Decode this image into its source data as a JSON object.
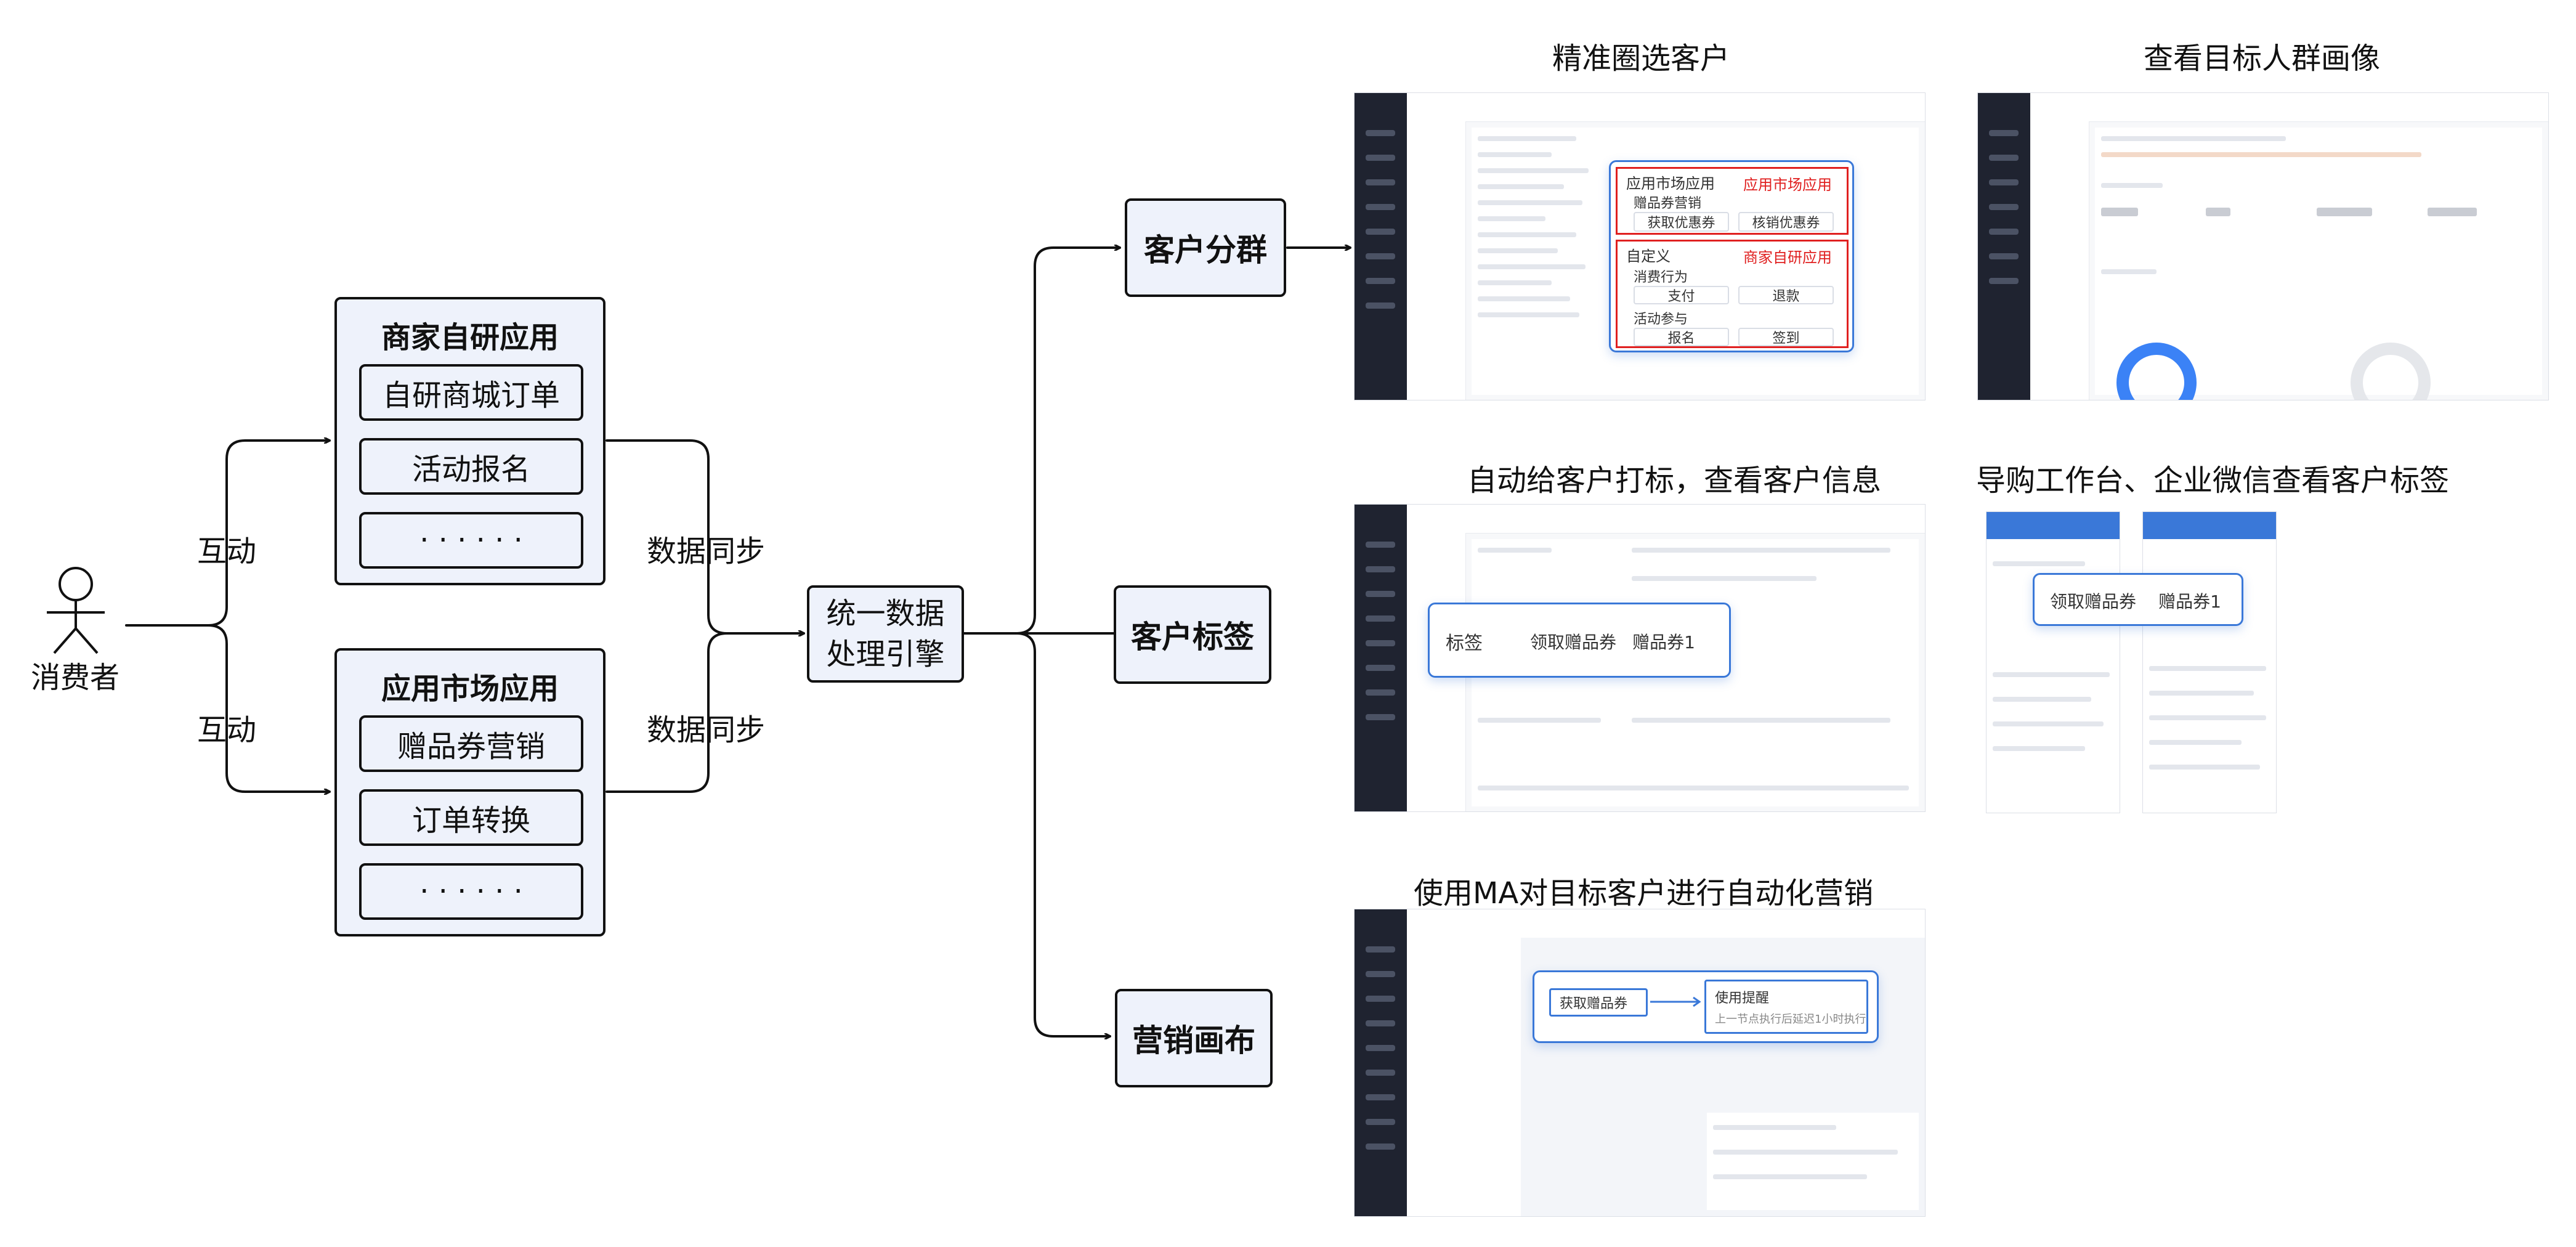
{
  "actor": {
    "label": "消费者"
  },
  "edges": {
    "interact_top": "互动",
    "interact_bottom": "互动",
    "sync_top": "数据同步",
    "sync_bottom": "数据同步"
  },
  "group_top": {
    "title": "商家自研应用",
    "items": [
      "自研商城订单",
      "活动报名",
      "· · · · · ·"
    ]
  },
  "group_bottom": {
    "title": "应用市场应用",
    "items": [
      "赠品券营销",
      "订单转换",
      "· · · · · ·"
    ]
  },
  "engine": {
    "line1": "统一数据",
    "line2": "处理引擎"
  },
  "outputs": {
    "segment": "客户分群",
    "tag": "客户标签",
    "canvas": "营销画布"
  },
  "captions": {
    "select": "精准圈选客户",
    "portrait": "查看目标人群画像",
    "tagging": "自动给客户打标，查看客户信息",
    "guide": "导购工作台、企业微信查看客户标签",
    "ma": "使用MA对目标客户进行自动化营销"
  },
  "callout_select": {
    "market": {
      "title": "应用市场应用",
      "tag": "应用市场应用",
      "sub": "赠品券营销",
      "chips": [
        "获取优惠券",
        "核销优惠券"
      ]
    },
    "custom": {
      "title": "自定义",
      "tag": "商家自研应用",
      "sub1": "消费行为",
      "chips1": [
        "支付",
        "退款"
      ],
      "sub2": "活动参与",
      "chips2": [
        "报名",
        "签到"
      ]
    }
  },
  "callout_tag": {
    "label": "标签",
    "tags": [
      "领取赠品券",
      "赠品券1"
    ]
  },
  "callout_guide": {
    "tags": [
      "领取赠品券",
      "赠品券1"
    ]
  },
  "callout_ma": {
    "node1": "获取赠品券",
    "node2": "使用提醒",
    "node2_sub": "上一节点执行后延迟1小时执行"
  },
  "colors": {
    "accent": "#3a78d8",
    "box_fill": "#eef2fb",
    "red": "#e02020",
    "sidebar": "#1f2330"
  }
}
